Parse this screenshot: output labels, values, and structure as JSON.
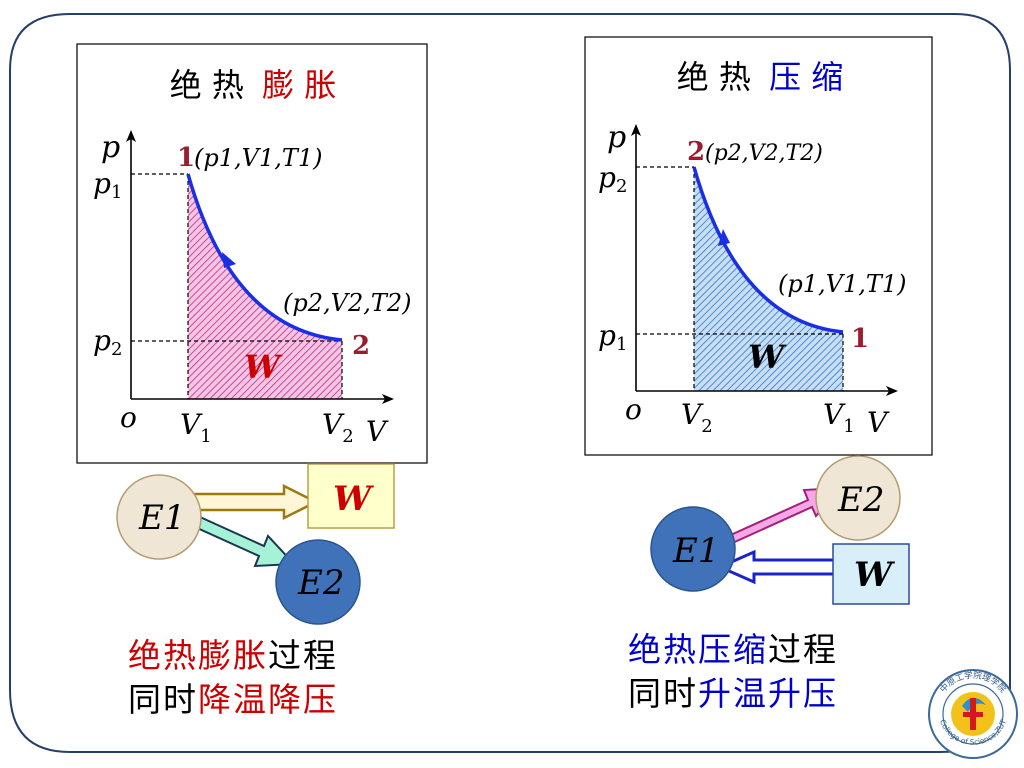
{
  "expansion": {
    "title_black": "绝 热",
    "title_color": "膨 胀",
    "axis_p": "p",
    "axis_V": "V",
    "origin": "o",
    "tick_p_high": "p",
    "tick_p_high_sub": "1",
    "tick_p_low": "p",
    "tick_p_low_sub": "2",
    "tick_v_left": "V",
    "tick_v_left_sub": "1",
    "tick_v_right": "V",
    "tick_v_right_sub": "2",
    "state_start_num": "1",
    "state_start_label": "(p1,V1,T1)",
    "state_end_num": "2",
    "state_end_label": "(p2,V2,T2)",
    "work_label": "W",
    "energy_initial": "E1",
    "energy_final": "E2",
    "work_box": "W",
    "caption_line1_color": "绝热膨胀",
    "caption_line1_black": "过程",
    "caption_line2_black": "同时",
    "caption_line2_color": "降温降压"
  },
  "compression": {
    "title_black": "绝 热",
    "title_color": "压 缩",
    "axis_p": "p",
    "axis_V": "V",
    "origin": "o",
    "tick_p_high": "p",
    "tick_p_high_sub": "2",
    "tick_p_low": "p",
    "tick_p_low_sub": "1",
    "tick_v_left": "V",
    "tick_v_left_sub": "2",
    "tick_v_right": "V",
    "tick_v_right_sub": "1",
    "state_start_num": "2",
    "state_start_label": "(p2,V2,T2)",
    "state_end_num": "1",
    "state_end_label": "(p1,V1,T1)",
    "work_label": "W",
    "energy_initial": "E1",
    "energy_final": "E2",
    "work_box": "W",
    "caption_line1_color": "绝热压缩",
    "caption_line1_black": "过程",
    "caption_line2_black": "同时",
    "caption_line2_color": "升温升压"
  },
  "logo": {
    "top_text": "中原工学院理学院",
    "bottom_text": "College of Science,ZUT"
  },
  "colors": {
    "expansion_accent": "#cc0000",
    "compression_accent": "#0000cc",
    "curve": "#1a2ee6",
    "expansion_fill": "#d63fa6",
    "compression_fill": "#3f86d6",
    "e1_expansion_fill": "#efe6d6",
    "e2_fill": "#3f72b8",
    "work_box_fill": "#ffffcc",
    "compression_w_box_fill": "#d8eef8"
  }
}
